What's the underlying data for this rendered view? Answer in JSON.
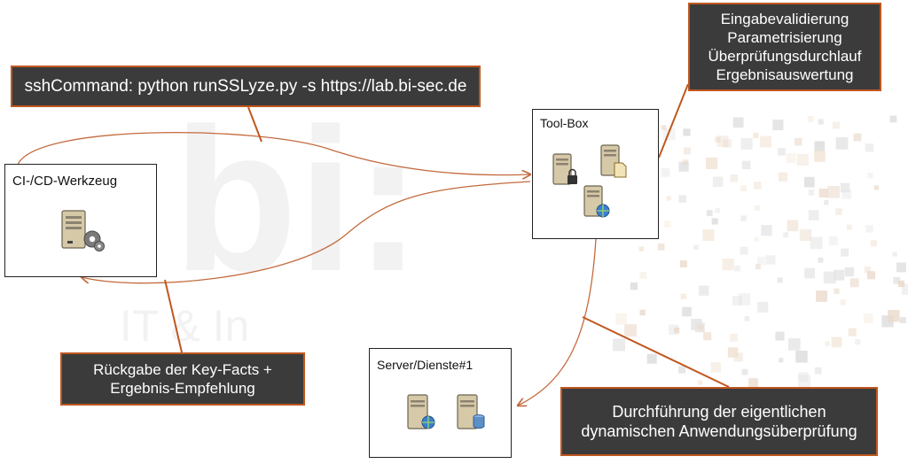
{
  "nodes": {
    "cicd": {
      "title": "CI-/CD-Werkzeug"
    },
    "toolbox": {
      "title": "Tool-Box"
    },
    "server": {
      "title": "Server/Dienste#1"
    }
  },
  "callouts": {
    "ssh_command": "sshCommand: python runSSLyze.py -s https://lab.bi-sec.de",
    "toolbox_steps": [
      "Eingabevalidierung",
      "Parametrisierung",
      "Überprüfungsdurchlauf",
      "Ergebnisauswertung"
    ],
    "return_facts": [
      "Rückgabe der Key-Facts +",
      "Ergebnis-Empfehlung"
    ],
    "dynamic_check": [
      "Durchführung der eigentlichen",
      "dynamischen Anwendungsüberprüfung"
    ]
  },
  "watermark": {
    "logo_text": "bi:",
    "tagline": "IT & In"
  },
  "colors": {
    "accent": "#c0571f",
    "callout_bg": "#3b3b3b",
    "connector": "#c46a3e",
    "server_body": "#d6c9a8",
    "globe": "#3a7fd0",
    "gear": "#7a7a7a",
    "database": "#5b8fc7"
  },
  "icons": {
    "cicd": [
      "server-gear-icon"
    ],
    "toolbox": [
      "server-lock-icon",
      "server-document-icon",
      "server-globe-icon"
    ],
    "server": [
      "server-globe-icon",
      "server-database-icon"
    ]
  }
}
